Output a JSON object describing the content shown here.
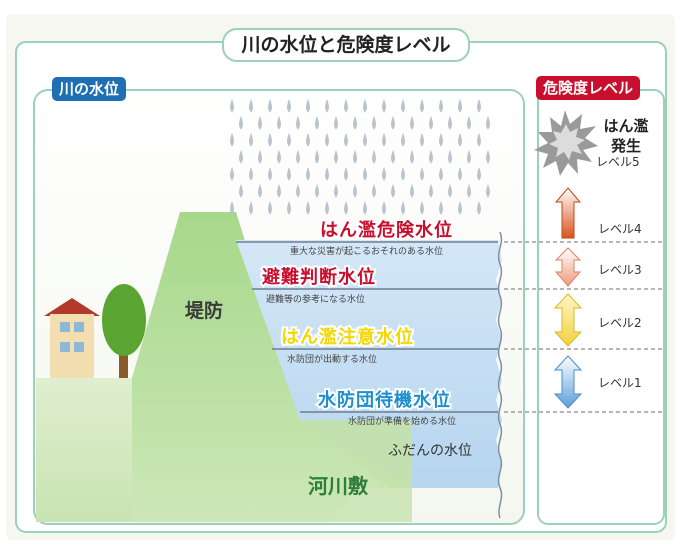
{
  "title": "川の水位と危険度レベル",
  "river_panel": {
    "label": "川の水位",
    "levee_label": "堤防",
    "normal_level_label": "ふだんの水位",
    "riverbed_label": "河川敷",
    "water_levels": [
      {
        "name": "はん濫危険水位",
        "description": "重大な災害が起こるおそれのある水位",
        "color": "#c8102e"
      },
      {
        "name": "避難判断水位",
        "description": "避難等の参考になる水位",
        "color": "#c8102e"
      },
      {
        "name": "はん濫注意水位",
        "description": "水防団が出動する水位",
        "color": "#f2d800"
      },
      {
        "name": "水防団待機水位",
        "description": "水防団が準備を始める水位",
        "color": "#1d8fce"
      }
    ]
  },
  "danger_panel": {
    "label": "危険度レベル",
    "flood": {
      "label": "はん濫発生",
      "level": "レベル5"
    },
    "levels": [
      {
        "label": "レベル4",
        "color": "#e88a5a"
      },
      {
        "label": "レベル3",
        "color": "#f2a58a"
      },
      {
        "label": "レベル2",
        "color": "#f5e27a"
      },
      {
        "label": "レベル1",
        "color": "#7fb6e6"
      }
    ]
  },
  "colors": {
    "panel_border": "#9bd0bd",
    "river_tag": "#1f6fb4",
    "danger_tag": "#c8102e",
    "water": "#c6dff3",
    "levee": "#9ccf7f"
  },
  "icons": [
    "rain-icon",
    "house-icon",
    "tree-icon",
    "explosion-icon",
    "arrow-icon"
  ]
}
